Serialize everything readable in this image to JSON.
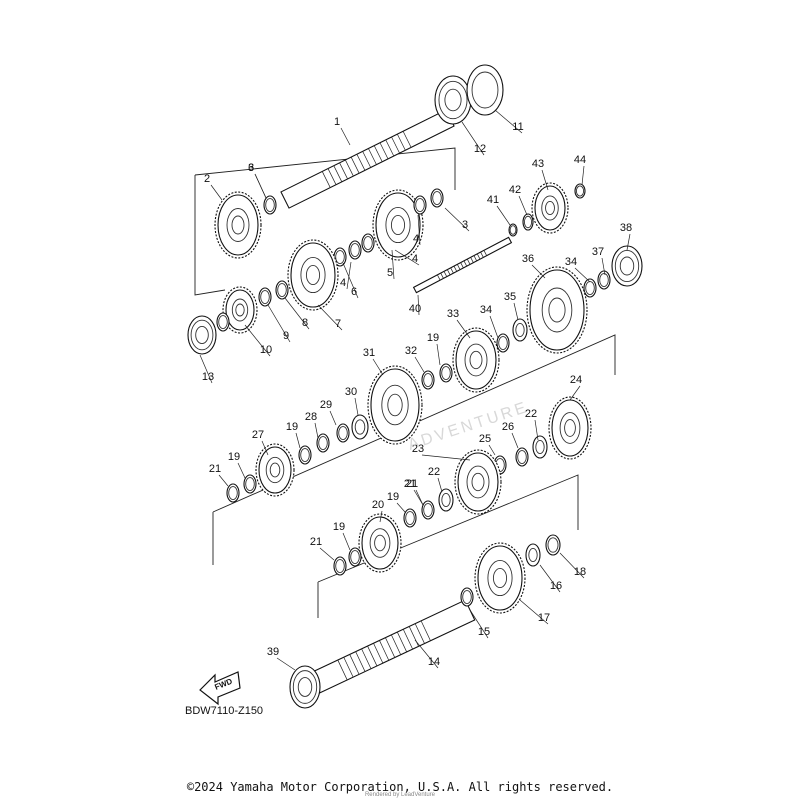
{
  "diagram": {
    "title": "",
    "fwd_label": "FWD",
    "diagram_code": "BDW7110-Z150",
    "watermark": "ADVENTURE",
    "copyright": "©2024 Yamaha Motor Corporation, U.S.A. All rights reserved.",
    "rendered_by": "Rendered by LeadVenture",
    "callouts": [
      "1",
      "2",
      "3",
      "3",
      "4",
      "4",
      "4",
      "5",
      "6",
      "6",
      "7",
      "8",
      "9",
      "10",
      "11",
      "12",
      "13",
      "14",
      "15",
      "16",
      "17",
      "18",
      "19",
      "19",
      "19",
      "19",
      "19",
      "20",
      "21",
      "21",
      "21",
      "21",
      "22",
      "22",
      "23",
      "24",
      "25",
      "26",
      "27",
      "28",
      "29",
      "30",
      "31",
      "32",
      "33",
      "34",
      "34",
      "35",
      "36",
      "37",
      "38",
      "39",
      "40",
      "41",
      "42",
      "43",
      "44"
    ]
  }
}
